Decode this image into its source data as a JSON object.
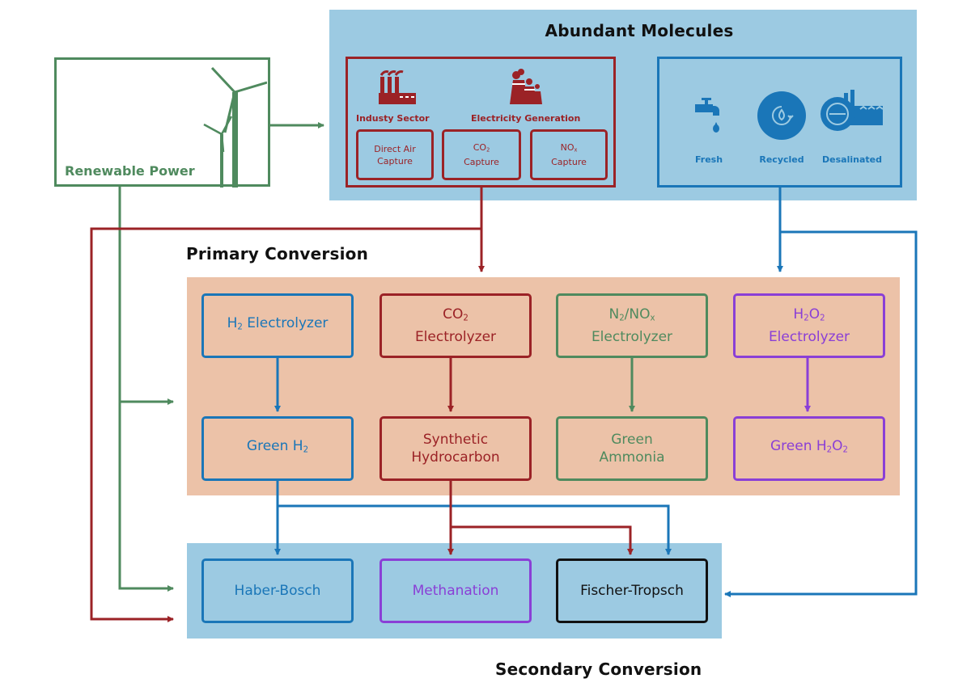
{
  "abundant": {
    "title": "Abundant Molecules",
    "industry_label": "Industy Sector",
    "electricity_label": "Electricity Generation",
    "dac": [
      "Direct Air",
      "Capture"
    ],
    "co2_capture": {
      "formula": "CO",
      "sub": "2",
      "label": "Capture"
    },
    "nox_capture": {
      "formula": "NO",
      "sub": "x",
      "label": "Capture"
    },
    "water": {
      "fresh": "Fresh",
      "recycled": "Recycled",
      "desalinated": "Desalinated"
    }
  },
  "renewable": {
    "label": "Renewable Power"
  },
  "primary": {
    "title": "Primary Conversion",
    "h2_electrolyzer": {
      "pre": "H",
      "sub": "2",
      "post": " Electrolyzer"
    },
    "co2_electrolyzer": {
      "pre": "CO",
      "sub": "2",
      "line2": "Electrolyzer"
    },
    "n2_electrolyzer": {
      "pre": "N",
      "sub": "2",
      "mid": "/NO",
      "sub2": "x",
      "line2": "Electrolyzer"
    },
    "h2o2_electrolyzer": {
      "pre": "H",
      "sub": "2",
      "mid": "O",
      "sub2": "2",
      "line2": "Electrolyzer"
    },
    "green_h2": {
      "pre": "Green H",
      "sub": "2"
    },
    "synthetic": [
      "Synthetic",
      "Hydrocarbon"
    ],
    "ammonia": [
      "Green",
      "Ammonia"
    ],
    "green_h2o2": {
      "pre": "Green H",
      "sub": "2",
      "mid": "O",
      "sub2": "2"
    }
  },
  "secondary": {
    "title": "Secondary Conversion",
    "haber": "Haber-Bosch",
    "methanation": "Methanation",
    "fischer": "Fischer-Tropsch"
  },
  "colors": {
    "blue": "#1a76b8",
    "red": "#9b2226",
    "green": "#4f8a5e",
    "purple": "#8a3fd6",
    "panel_blue": "#9ccae2",
    "panel_peach": "#ecc2a8"
  }
}
